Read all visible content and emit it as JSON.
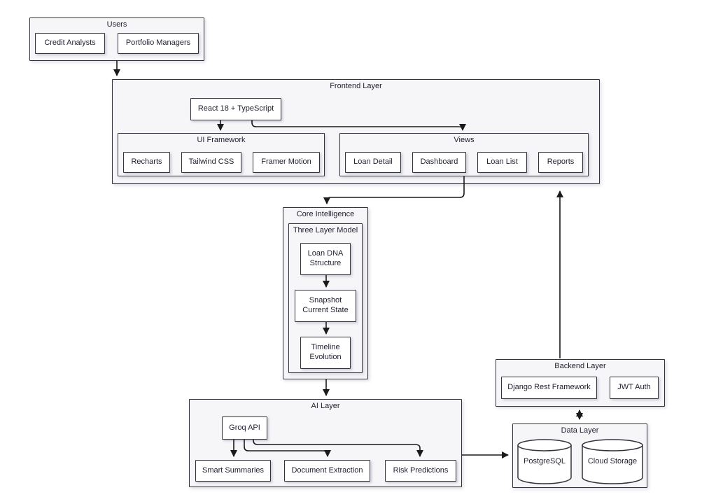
{
  "diagram": {
    "users": {
      "title": "Users",
      "credit_analysts": "Credit Analysts",
      "portfolio_managers": "Portfolio Managers"
    },
    "frontend": {
      "title": "Frontend Layer",
      "react": "React 18 + TypeScript",
      "ui_framework": {
        "title": "UI Framework",
        "recharts": "Recharts",
        "tailwind_css": "Tailwind CSS",
        "framer_motion": "Framer Motion"
      },
      "views": {
        "title": "Views",
        "loan_detail": "Loan Detail",
        "dashboard": "Dashboard",
        "loan_list": "Loan List",
        "reports": "Reports"
      }
    },
    "core_intelligence": {
      "title": "Core Intelligence",
      "three_layer_model": {
        "title": "Three Layer Model",
        "loan_dna": "Loan DNA Structure",
        "snapshot": "Snapshot Current State",
        "timeline": "Timeline Evolution"
      }
    },
    "ai_layer": {
      "title": "AI Layer",
      "groq_api": "Groq API",
      "smart_summaries": "Smart Summaries",
      "document_extraction": "Document Extraction",
      "risk_predictions": "Risk Predictions"
    },
    "backend_layer": {
      "title": "Backend Layer",
      "django": "Django Rest Framework",
      "jwt": "JWT Auth"
    },
    "data_layer": {
      "title": "Data Layer",
      "postgresql": "PostgreSQL",
      "cloud_storage": "Cloud Storage"
    }
  },
  "colors": {
    "container_fill": "#f6f6f9",
    "node_fill": "#ffffff",
    "border": "#33333d",
    "arrow": "#1a1a1a",
    "text": "#1f1f2e",
    "background": "#ffffff"
  }
}
